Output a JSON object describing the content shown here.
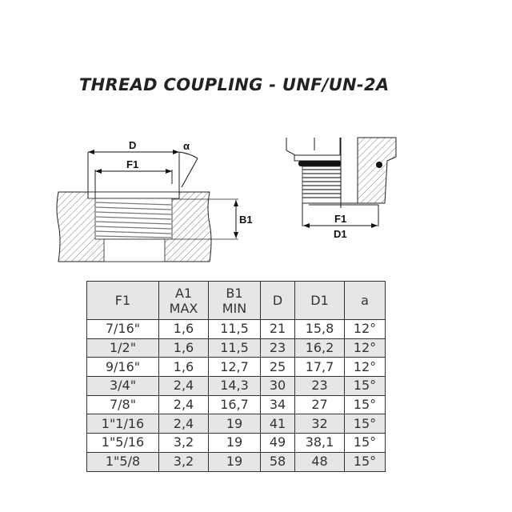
{
  "title": "THREAD COUPLING - UNF/UN-2A",
  "diagram": {
    "left": {
      "d": "D",
      "f1": "F1",
      "alpha": "α",
      "b1": "B1"
    },
    "right": {
      "f1": "F1",
      "d1": "D1"
    }
  },
  "table": {
    "headers": [
      [
        "F1",
        ""
      ],
      [
        "A1",
        "MAX"
      ],
      [
        "B1",
        "MIN"
      ],
      [
        "D",
        ""
      ],
      [
        "D1",
        ""
      ],
      [
        "a",
        ""
      ]
    ],
    "rows": [
      [
        "7/16\"",
        "1,6",
        "11,5",
        "21",
        "15,8",
        "12°"
      ],
      [
        "1/2\"",
        "1,6",
        "11,5",
        "23",
        "16,2",
        "12°"
      ],
      [
        "9/16\"",
        "1,6",
        "12,7",
        "25",
        "17,7",
        "12°"
      ],
      [
        "3/4\"",
        "2,4",
        "14,3",
        "30",
        "23",
        "15°"
      ],
      [
        "7/8\"",
        "2,4",
        "16,7",
        "34",
        "27",
        "15°"
      ],
      [
        "1\"1/16",
        "2,4",
        "19",
        "41",
        "32",
        "15°"
      ],
      [
        "1\"5/16",
        "3,2",
        "19",
        "49",
        "38,1",
        "15°"
      ],
      [
        "1\"5/8",
        "3,2",
        "19",
        "58",
        "48",
        "15°"
      ]
    ]
  }
}
